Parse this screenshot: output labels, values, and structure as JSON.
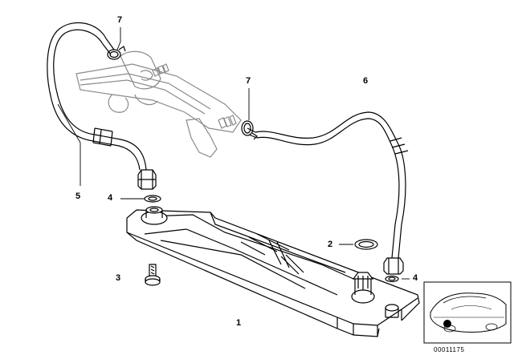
{
  "labels": {
    "part_1": "1",
    "part_2": "2",
    "part_3": "3",
    "part_4_left": "4",
    "part_4_right": "4",
    "part_5": "5",
    "part_6": "6",
    "part_7_left": "7",
    "part_7_right": "7"
  },
  "inset": {
    "code": "00011175"
  },
  "colors": {
    "line": "#000000",
    "engine_gray": "#8a8a8a",
    "background": "#ffffff"
  }
}
